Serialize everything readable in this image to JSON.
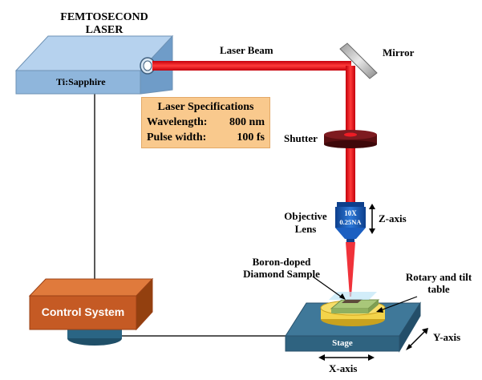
{
  "laser": {
    "title_line1": "FEMTOSECOND",
    "title_line2": "LASER",
    "model": "Ti:Sapphire",
    "beam_label": "Laser Beam"
  },
  "mirror": {
    "label": "Mirror"
  },
  "shutter": {
    "label": "Shutter"
  },
  "specs": {
    "title": "Laser Specifications",
    "wavelength_label": "Wavelength:",
    "wavelength_value": "800 nm",
    "pulse_label": "Pulse width:",
    "pulse_value": "100 fs"
  },
  "objective": {
    "label_line1": "Objective",
    "label_line2": "Lens",
    "magnification": "10X",
    "na": "0.25NA",
    "axis_label": "Z-axis"
  },
  "sample": {
    "label_line1": "Boron-doped",
    "label_line2": "Diamond Sample"
  },
  "rotary": {
    "label_line1": "Rotary and tilt",
    "label_line2": "table"
  },
  "control": {
    "label": "Control System"
  },
  "stage": {
    "label": "Stage",
    "x_axis": "X-axis",
    "y_axis": "Y-axis"
  },
  "colors": {
    "laser_box": "#8fb6dc",
    "beam": "#ee1c25",
    "control_box": "#c55a24",
    "stage": "#3b6b8a",
    "spec_fill": "#f9c98d",
    "lens_blue": "#1b5fc1",
    "sample_fill": "#a9c77a",
    "table_yellow": "#f3d34a"
  }
}
